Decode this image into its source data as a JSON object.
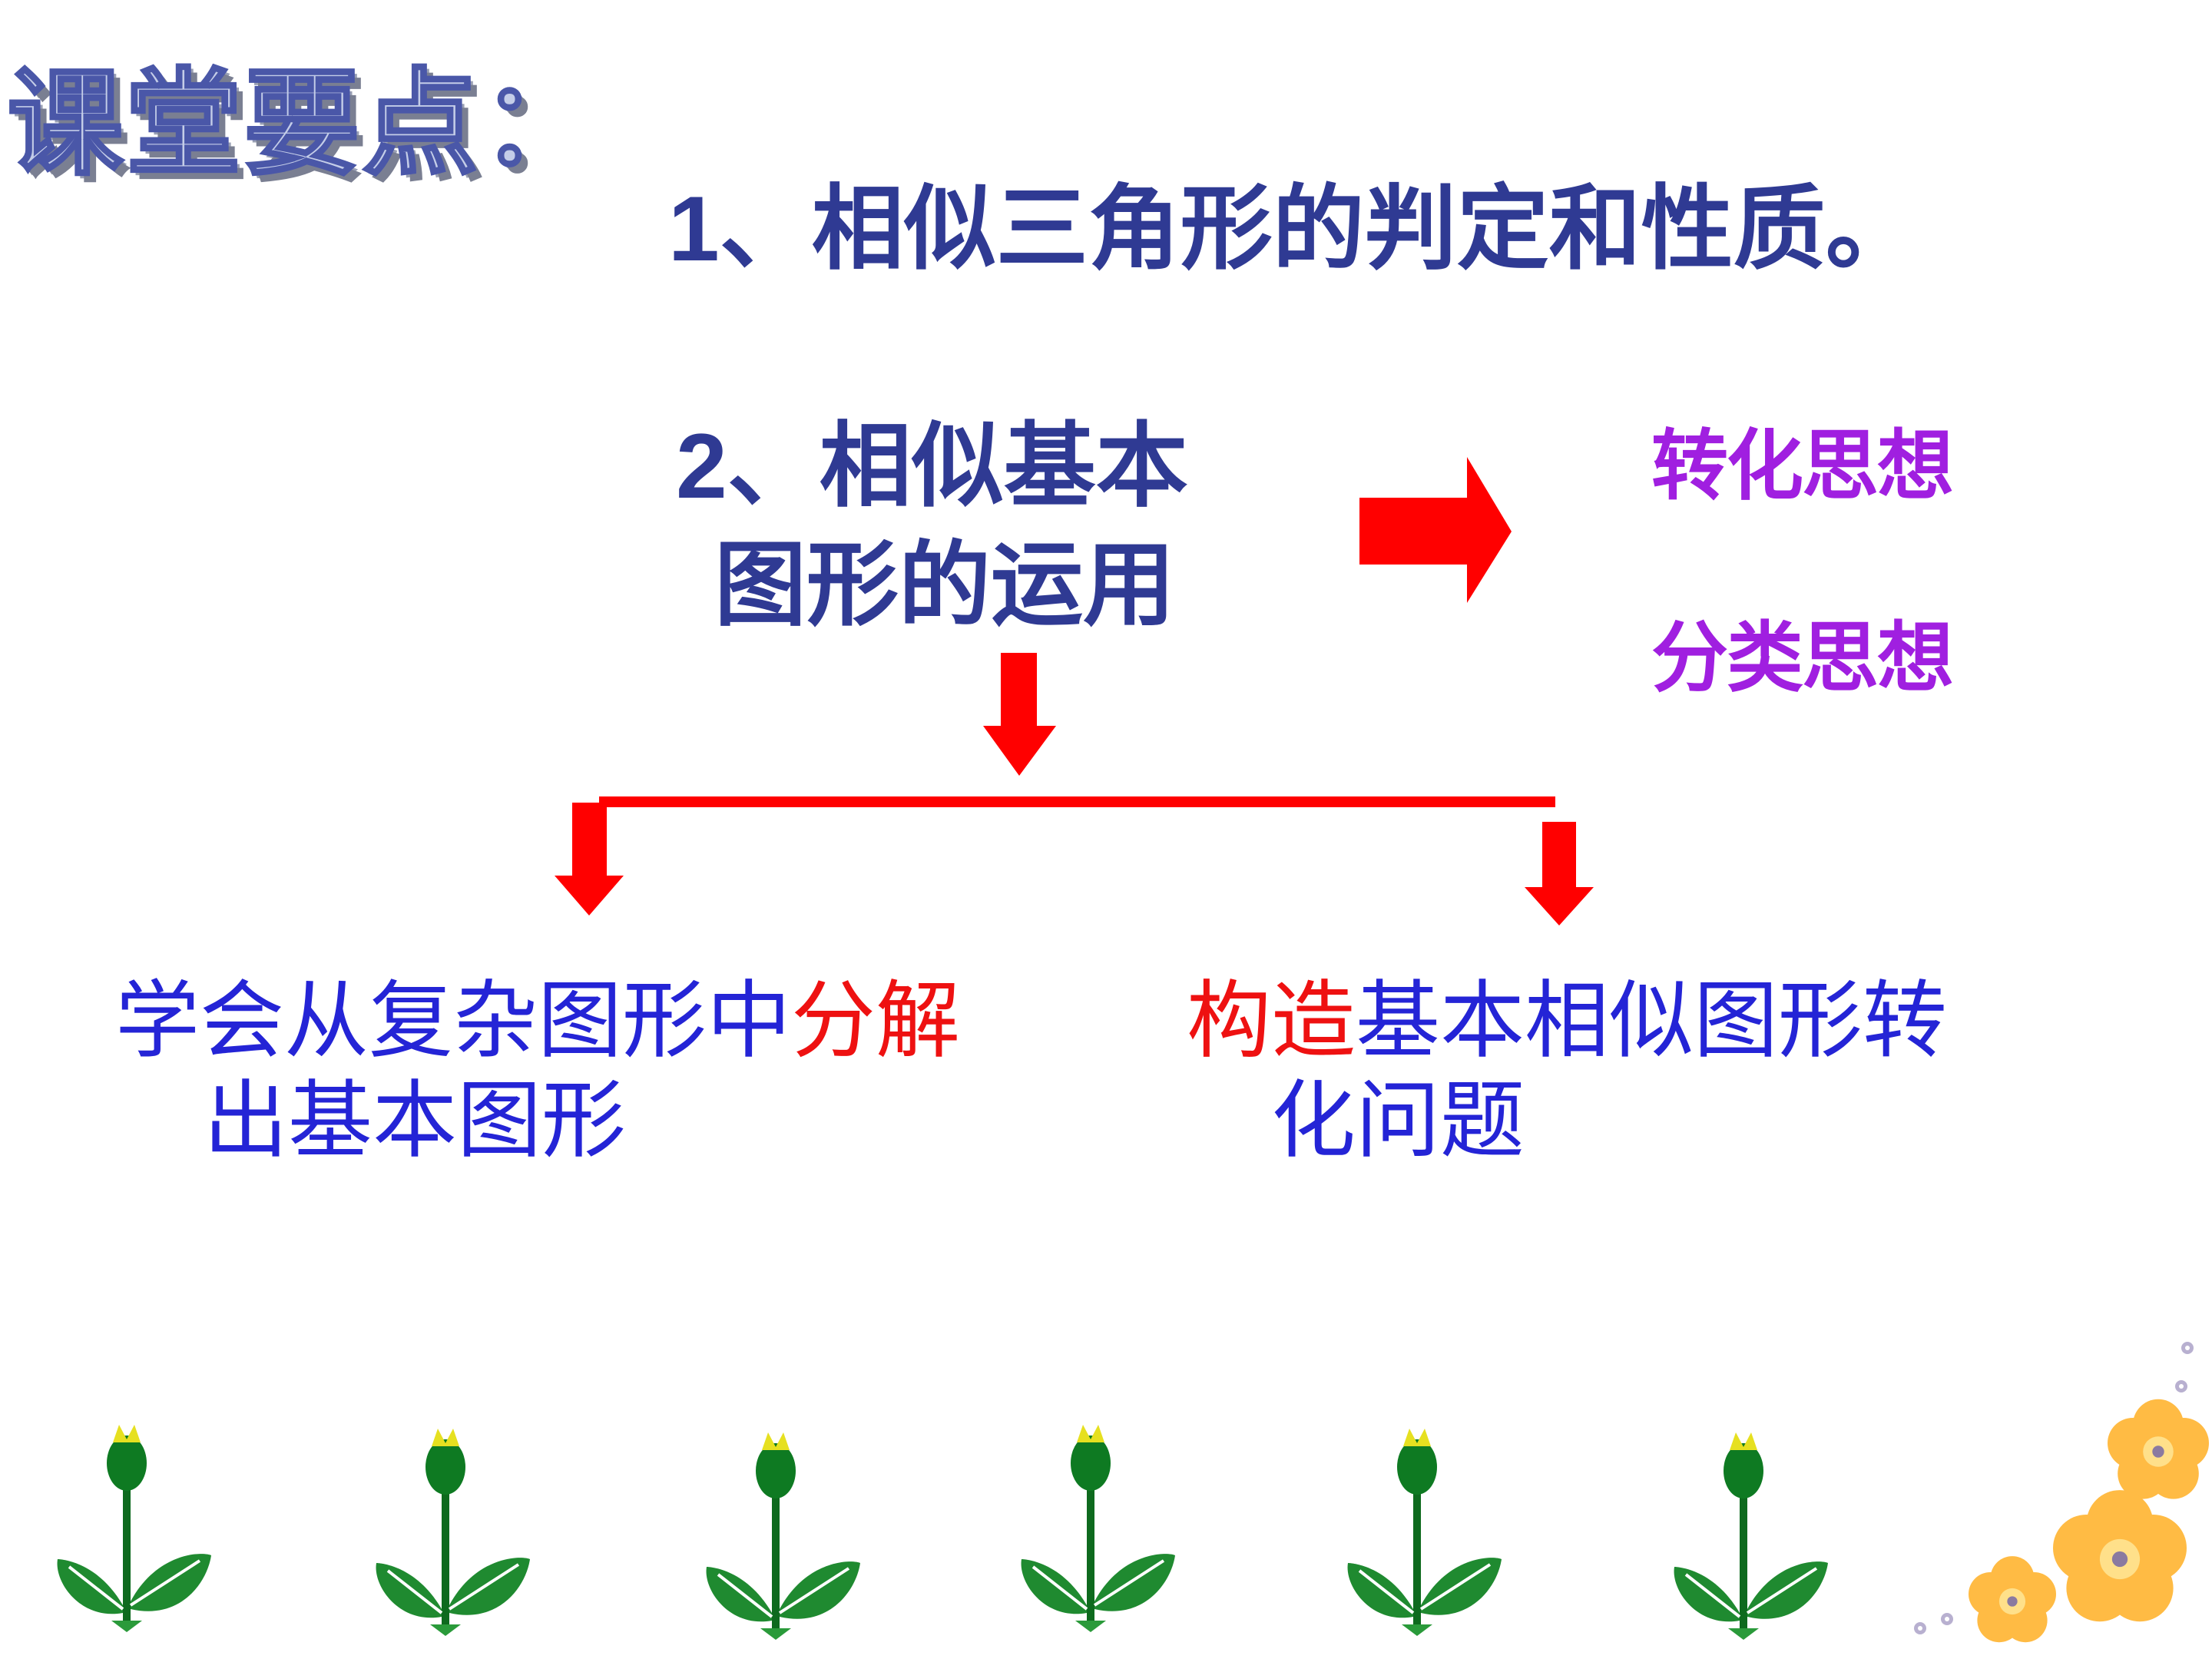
{
  "slide": {
    "title": "课堂要点：",
    "point1": "1、相似三角形的判定和性质。",
    "point2_line1": "2、相似基本",
    "point2_line2": "图形的运用",
    "method1": "转化思想",
    "method2": "分类思想",
    "left_branch": {
      "line1_normal": "学会从复杂图形中",
      "line1_red": "分解",
      "line2": "出基本图形"
    },
    "right_branch": {
      "line1_red": "构造",
      "line1_normal": "基本相似图形转",
      "line2": "化问题"
    }
  },
  "colors": {
    "title_blue": "#2f3a93",
    "branch_blue": "#2424d6",
    "accent_red": "#ee1111",
    "method_purple": "#a01fe0",
    "plant_green": "#1a7a2a",
    "flower_orange": "#ffb030"
  },
  "decorations": {
    "plant_icon": "sprout-icon",
    "flower_icon": "flower-icon",
    "arrow_icon": "arrow-icon"
  }
}
